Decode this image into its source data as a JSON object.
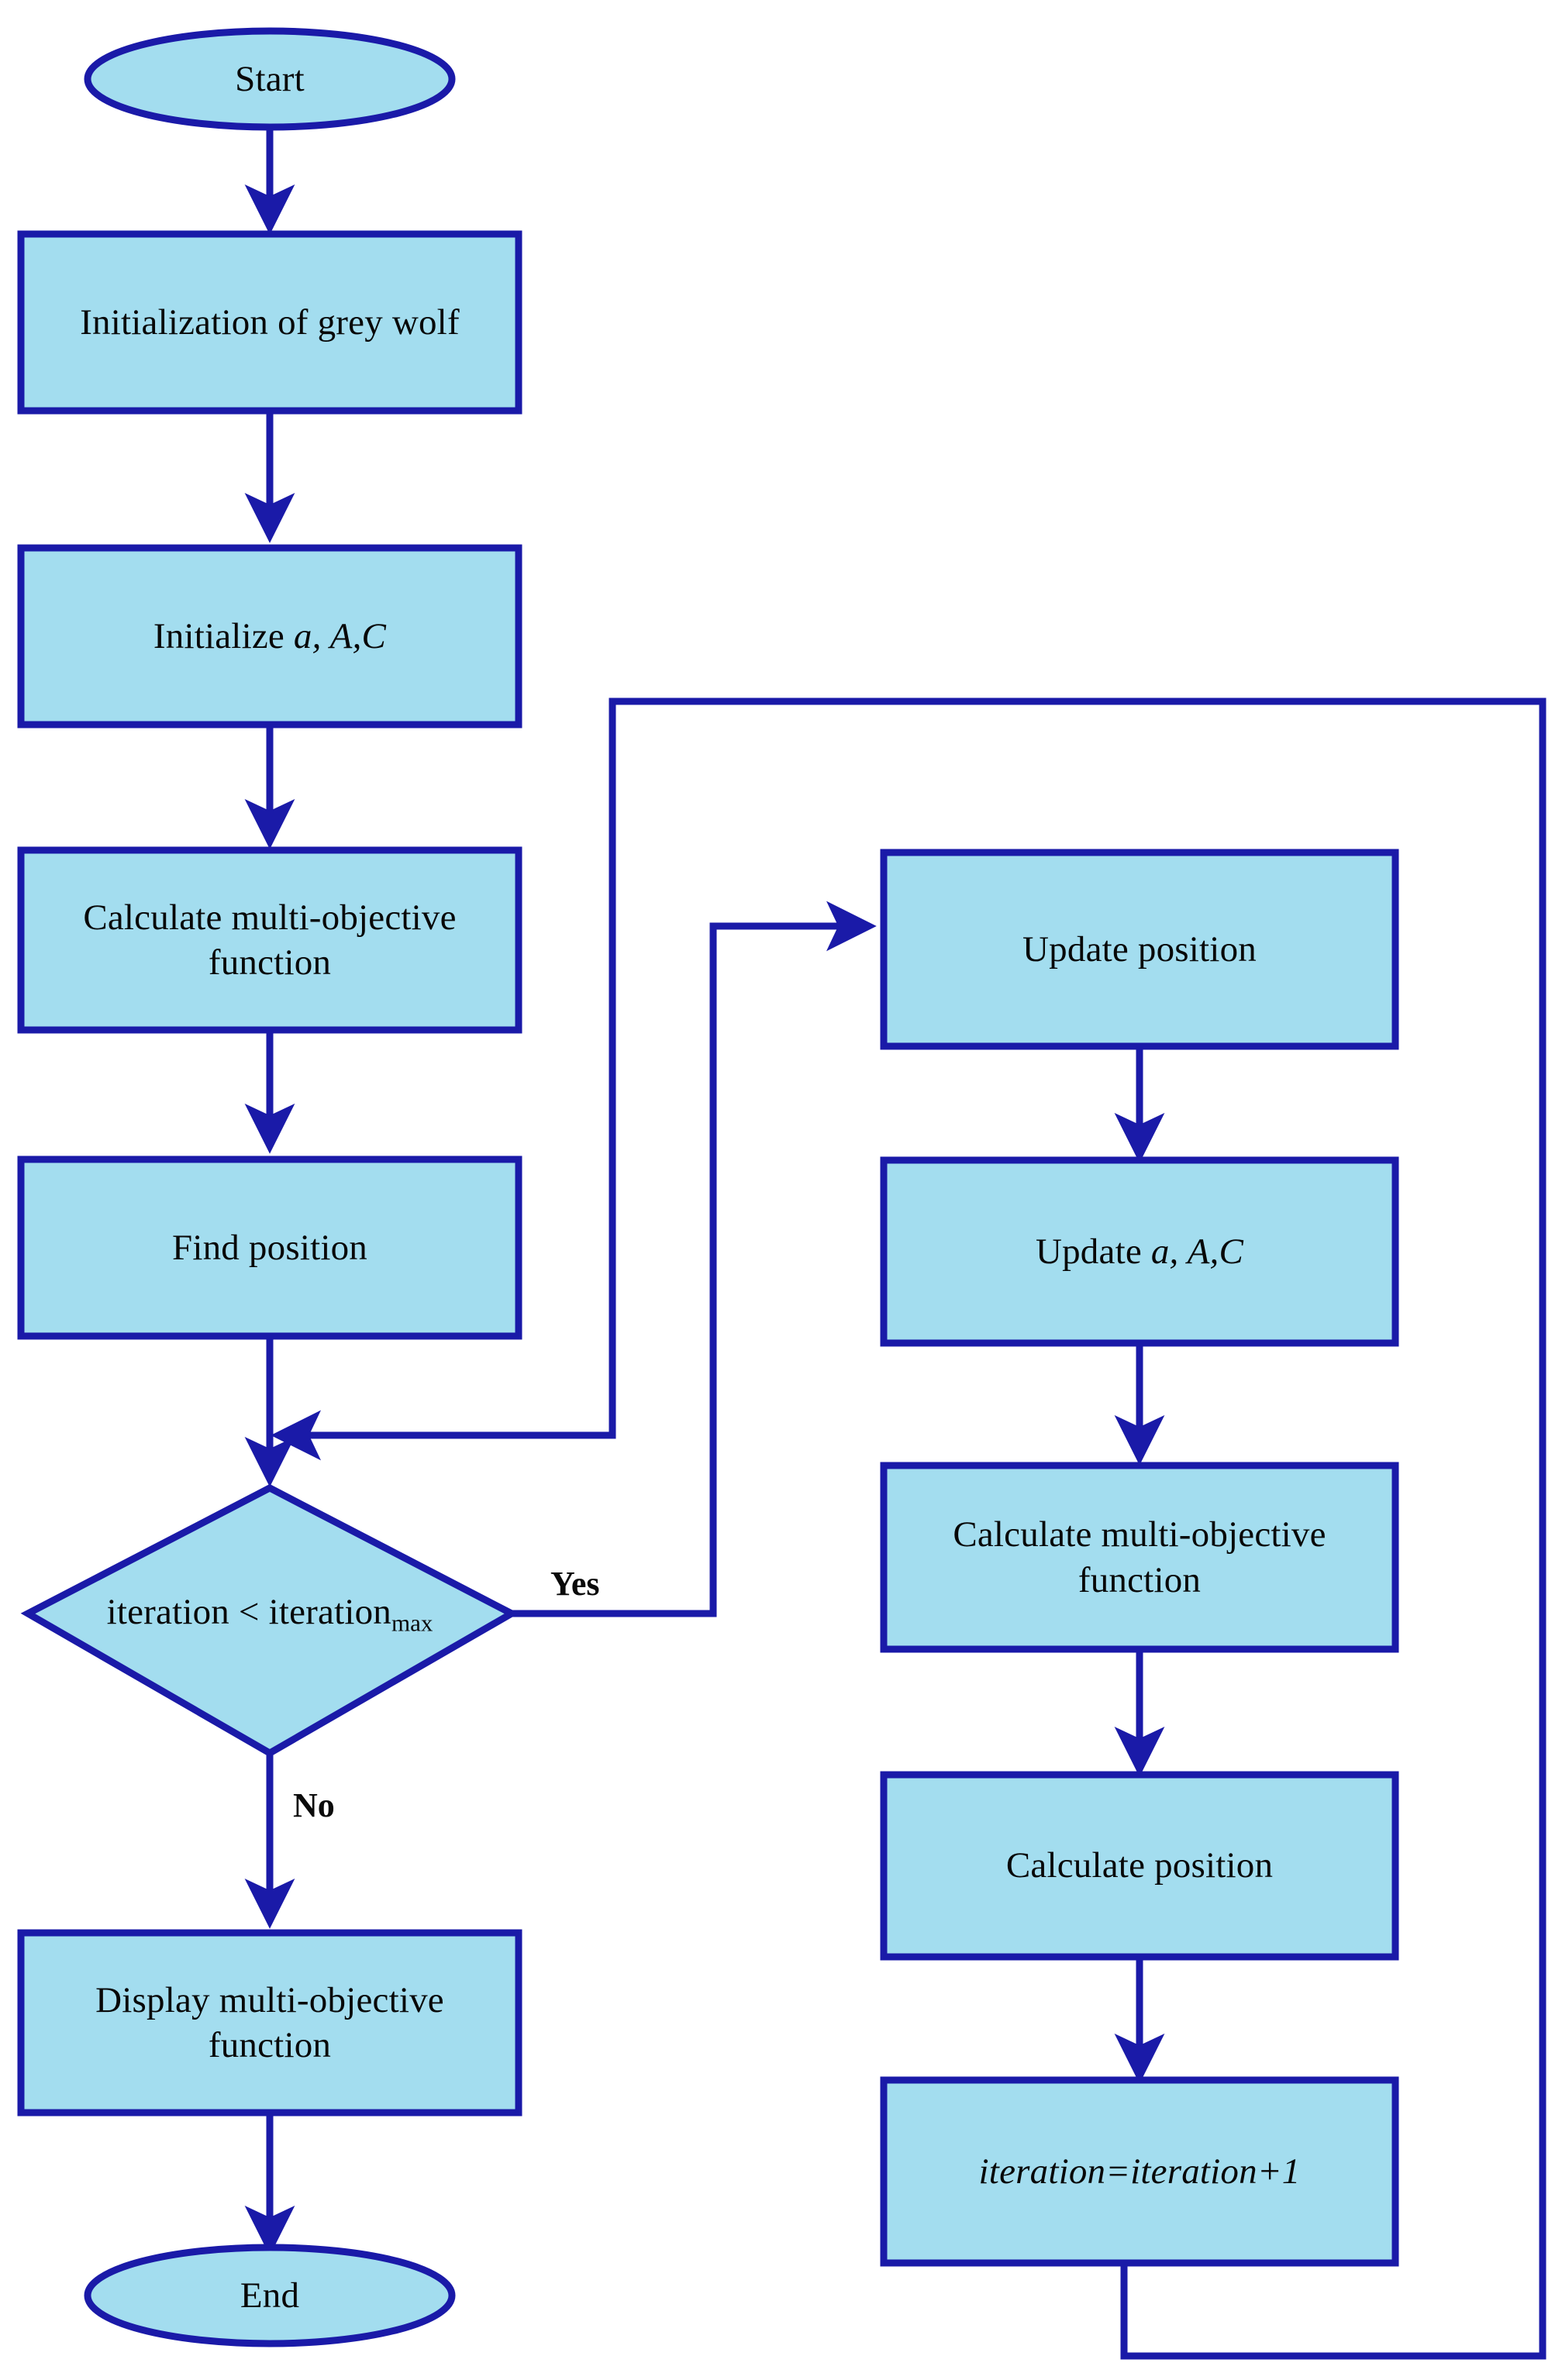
{
  "diagram": {
    "title": "Grey Wolf Optimizer multi-objective flowchart",
    "colors": {
      "node_fill": "#a3ddef",
      "node_border": "#1a1aa8",
      "node_border_outer": "#3a30c0",
      "connector": "#1a1aa8",
      "text": "#080808",
      "background": "#ffffff"
    },
    "nodes": {
      "start": {
        "label": "Start",
        "shape": "ellipse"
      },
      "init_wolf": {
        "label": "Initialization of grey wolf",
        "shape": "rect"
      },
      "init_params": {
        "label_prefix": "Initialize ",
        "label_vars": "a, A,C",
        "shape": "rect"
      },
      "calc_obj_left": {
        "line1": "Calculate multi-objective",
        "line2": "function",
        "shape": "rect"
      },
      "find_position": {
        "label": "Find position",
        "shape": "rect"
      },
      "decision": {
        "label_main": "iteration < iteration",
        "label_sub": "max",
        "shape": "diamond"
      },
      "display_obj": {
        "line1": "Display multi-objective",
        "line2": "function",
        "shape": "rect"
      },
      "end": {
        "label": "End",
        "shape": "ellipse"
      },
      "update_position": {
        "label": "Update position",
        "shape": "rect"
      },
      "update_params": {
        "label_prefix": "Update ",
        "label_vars": "a, A,C",
        "shape": "rect"
      },
      "calc_obj_right": {
        "line1": "Calculate multi-objective",
        "line2": "function",
        "shape": "rect"
      },
      "calc_position": {
        "label": "Calculate position",
        "shape": "rect"
      },
      "increment": {
        "label": "iteration=iteration+1",
        "shape": "rect"
      }
    },
    "edge_labels": {
      "yes": "Yes",
      "no": "No"
    }
  }
}
